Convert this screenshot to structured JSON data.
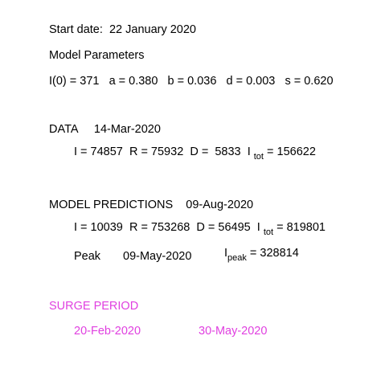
{
  "start": {
    "label": "Start date:",
    "date": "22 January 2020"
  },
  "model_parameters": {
    "heading": "Model Parameters",
    "I0": "I(0) = 371",
    "a": "a = 0.380",
    "b": "b = 0.036",
    "d": "d = 0.003",
    "s": "s = 0.620"
  },
  "data": {
    "heading": "DATA",
    "date": "14-Mar-2020",
    "I": "I = 74857",
    "R": "R = 75932",
    "D": "D =  5833",
    "tot_prefix": "I",
    "tot_sub": "tot",
    "tot_value": "= 156622"
  },
  "predictions": {
    "heading": "MODEL PREDICTIONS",
    "date": "09-Aug-2020",
    "I": "I = 10039",
    "R": "R = 753268",
    "D": "D = 56495",
    "tot_prefix": "I",
    "tot_sub": "tot",
    "tot_value": "= 819801",
    "peak_label": "Peak",
    "peak_date": "09-May-2020",
    "peak_prefix": "I",
    "peak_sub": "peak",
    "peak_value": "= 328814"
  },
  "surge": {
    "heading": "SURGE PERIOD",
    "start": "20-Feb-2020",
    "end": "30-May-2020",
    "color": "#e040e0"
  }
}
